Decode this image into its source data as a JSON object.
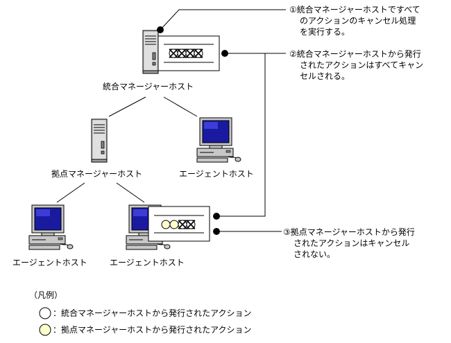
{
  "hosts": {
    "integrated_manager": "統合マネージャーホスト",
    "base_manager": "拠点マネージャーホスト",
    "agent_right": "エージェントホスト",
    "agent_bottom_left": "エージェントホスト",
    "agent_bottom_mid": "エージェントホスト"
  },
  "notes": {
    "note1": [
      "①統合マネージャーホストですべて",
      "のアクションのキャンセル処理",
      "を実行する。"
    ],
    "note2": [
      "②統合マネージャーホストから発行",
      "されたアクションはすべてキャン",
      "セルされる。"
    ],
    "note3": [
      "③拠点マネージャーホストから発行",
      "されたアクションはキャンセル",
      "されない。"
    ]
  },
  "legend": {
    "title": "（凡例）",
    "items": [
      {
        "label": "：統合マネージャーホストから発行されたアクション",
        "color": "#ffffff"
      },
      {
        "label": "：拠点マネージャーホストから発行されたアクション",
        "color": "#ffffcc"
      }
    ]
  },
  "colors": {
    "screen": "#1a1aa0",
    "screen_highlight": "#3c3cd8",
    "device_gray": "#c8c8c8",
    "base_action": "#ffffcc"
  }
}
